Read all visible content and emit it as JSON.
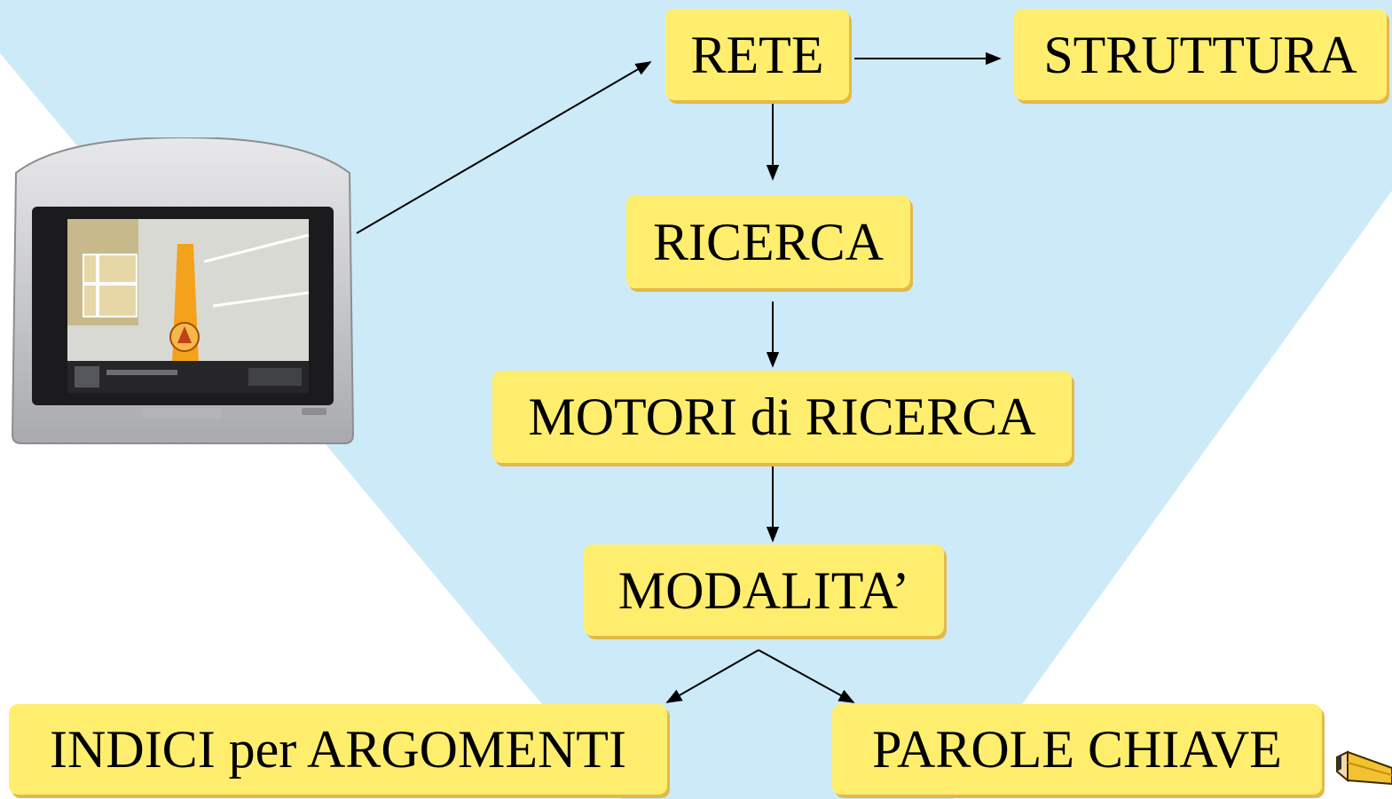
{
  "diagram": {
    "nodes": {
      "rete": "RETE",
      "struttura": "STRUTTURA",
      "ricerca": "RICERCA",
      "motori": "MOTORI di RICERCA",
      "modalita": "MODALITA’",
      "indici": "INDICI per ARGOMENTI",
      "parole": "PAROLE CHIAVE"
    },
    "edges": [
      [
        "gps-device",
        "rete"
      ],
      [
        "rete",
        "struttura"
      ],
      [
        "rete",
        "ricerca"
      ],
      [
        "ricerca",
        "motori"
      ],
      [
        "motori",
        "modalita"
      ],
      [
        "modalita",
        "indici"
      ],
      [
        "modalita",
        "parole"
      ]
    ]
  },
  "colors": {
    "background_band": "#cdeaf9",
    "node_fill": "#ffee6e",
    "node_shadow": "#e3b94a"
  },
  "icons": {
    "gps": "gps-navigator-icon",
    "pencil": "pencil-icon"
  }
}
